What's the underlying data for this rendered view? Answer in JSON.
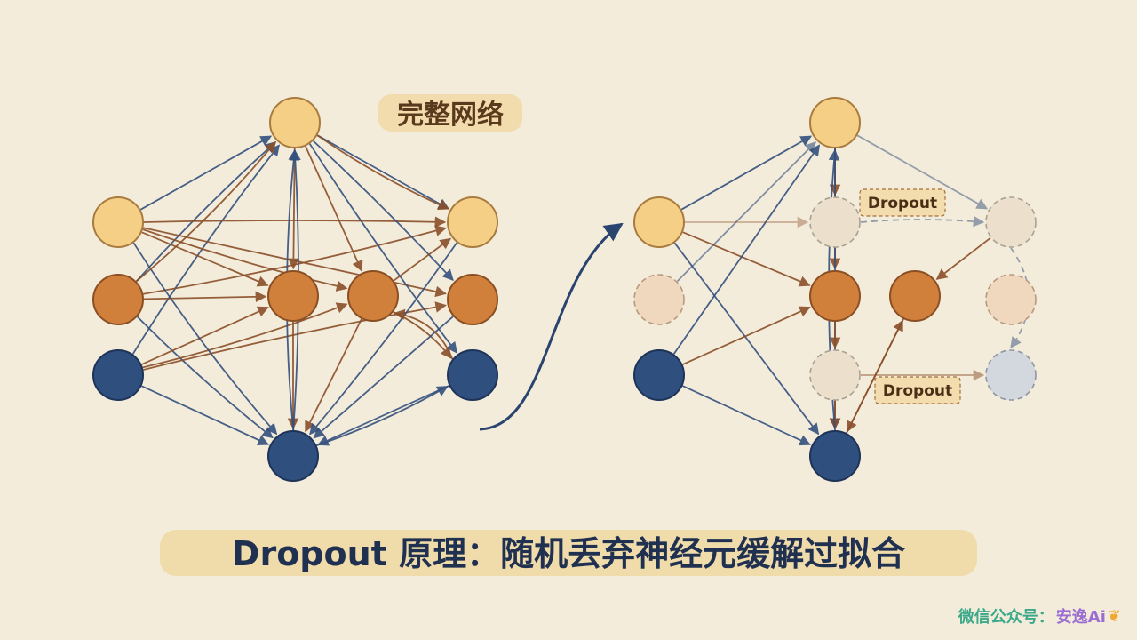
{
  "full_network_label": "完整网络",
  "dropout_tags": [
    "Dropout",
    "Dropout"
  ],
  "caption": "Dropout 原理：随机丢弃神经元缓解过拟合",
  "watermark": {
    "prefix": "微信公众号：",
    "name": "安逸Ai",
    "icon": "bird-icon"
  },
  "colors": {
    "background": "#f4ecda",
    "node_light": "#f6cf87",
    "node_orange": "#d0803a",
    "node_blue": "#2f4f7f",
    "edge_brown": "#8a4f2a",
    "edge_blue": "#34507e",
    "caption_text": "#1f3050"
  }
}
